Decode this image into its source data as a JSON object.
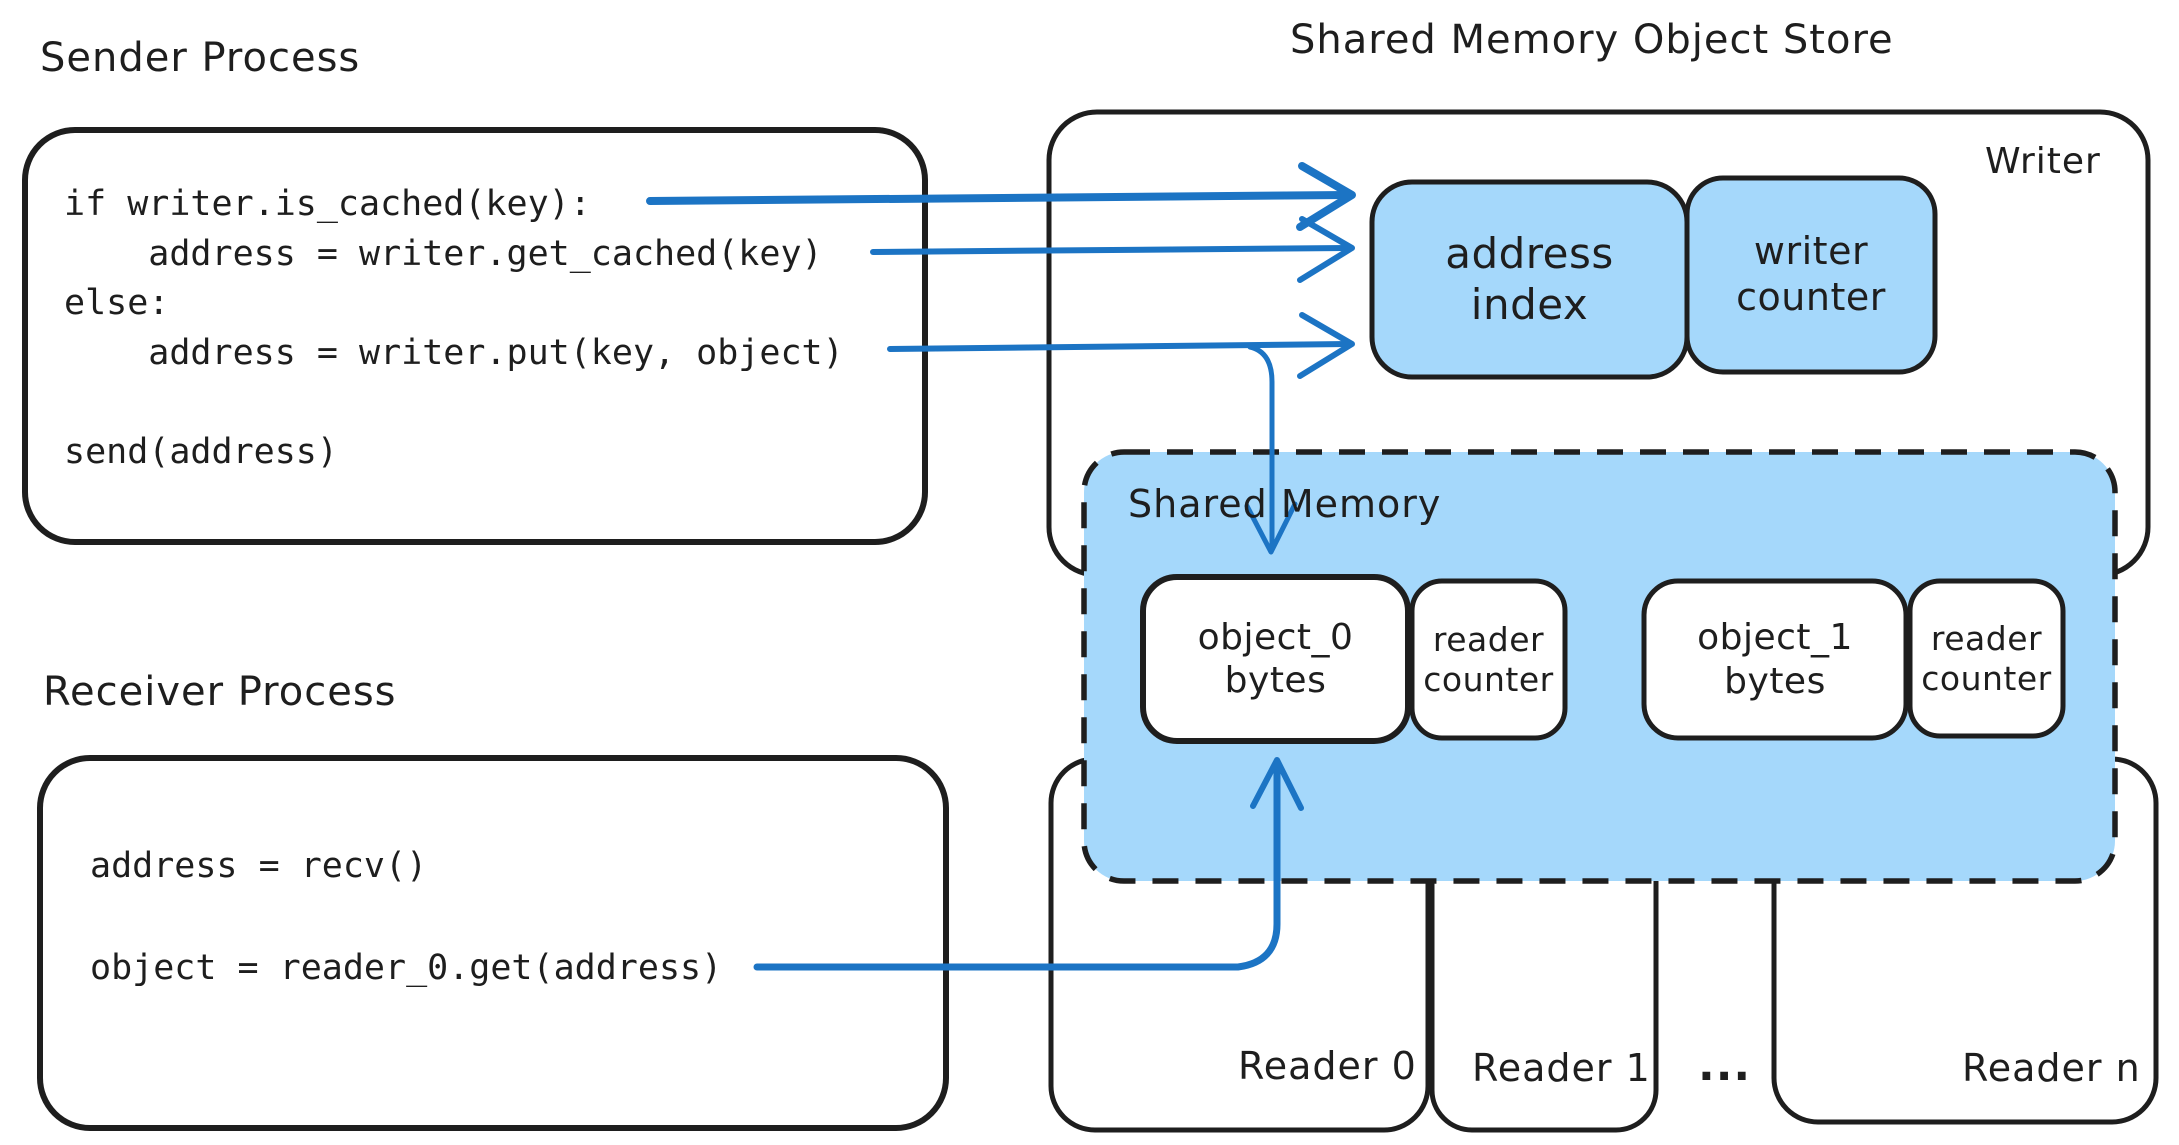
{
  "titles": {
    "sender": "Sender Process",
    "store": "Shared Memory Object Store",
    "receiver": "Receiver Process"
  },
  "sender": {
    "code": "if writer.is_cached(key):\n    address = writer.get_cached(key)\nelse:\n    address = writer.put(key, object)\n\nsend(address)"
  },
  "receiver": {
    "code": "address = recv()\n\nobject = reader_0.get(address)"
  },
  "store": {
    "writer_label": "Writer",
    "address_index": "address\nindex",
    "writer_counter": "writer\ncounter",
    "shared_memory_label": "Shared Memory",
    "slots": [
      {
        "object": "object_0\nbytes",
        "counter": "reader\ncounter"
      },
      {
        "object": "object_1\nbytes",
        "counter": "reader\ncounter"
      }
    ],
    "readers": {
      "r0": "Reader 0",
      "r1": "Reader 1",
      "dots": "...",
      "rn": "Reader n"
    }
  },
  "colors": {
    "stroke": "#1e1e1e",
    "fill_blue": "#a5d8fb",
    "arrow_blue": "#1c74c4",
    "background": "#ffffff"
  }
}
